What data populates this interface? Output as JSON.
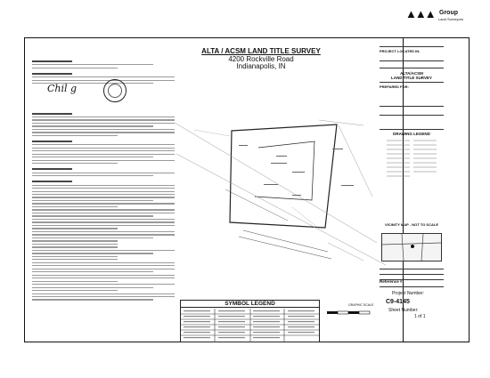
{
  "survey": {
    "title": "ALTA / ACSM LAND TITLE SURVEY",
    "address": "4200 Rockville Road",
    "city": "Indianapolis, IN"
  },
  "firm": {
    "logo_group": "Group",
    "logo_sub": "Land Surveyors"
  },
  "title_block": {
    "project_located": "PROJECT LOCATED IN:",
    "survey_title_line1": "ALTA/ACSM",
    "survey_title_line2": "LAND TITLE SURVEY",
    "prepared_for": "PREPARED FOR:",
    "drawing_legend": "DRAWING LEGEND",
    "vicinity_map": "VICINITY MAP - NOT TO SCALE",
    "reference": "Reference #:",
    "project_number_label": "Project Number:",
    "project_number": "C9-4145",
    "sheet_number_label": "Sheet Number:",
    "sheet_number": "1 of 1"
  },
  "legend": {
    "title": "SYMBOL LEGEND"
  },
  "scale": {
    "label": "GRAPHIC SCALE"
  }
}
